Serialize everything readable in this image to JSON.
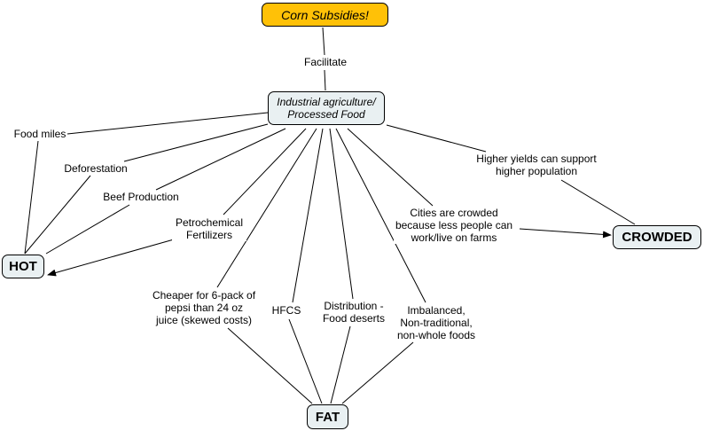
{
  "nodes": {
    "corn": {
      "label": "Corn Subsidies!",
      "fill": "#ffc107"
    },
    "industrial": {
      "label": "Industrial agriculture/\nProcessed Food",
      "fill": "#e9f0f2"
    },
    "hot": {
      "label": "HOT",
      "fill": "#e9f0f2"
    },
    "crowded": {
      "label": "CROWDED",
      "fill": "#e9f0f2"
    },
    "fat": {
      "label": "FAT",
      "fill": "#e9f0f2"
    }
  },
  "links": {
    "facilitate": "Facilitate",
    "food_miles": "Food miles",
    "deforestation": "Deforestation",
    "beef": "Beef Production",
    "petro": "Petrochemical\nFertilizers",
    "cheaper": "Cheaper for 6-pack of\npepsi than  24 oz\njuice (skewed costs)",
    "hfcs": "HFCS",
    "distribution": "Distribution -\nFood deserts",
    "imbalanced": "Imbalanced,\nNon-traditional,\nnon-whole foods",
    "cities": "Cities are crowded\nbecause less people can\nwork/live on farms",
    "yields": "Higher yields can support\nhigher population"
  },
  "edges": [
    {
      "from": "corn",
      "to": "industrial",
      "via": "facilitate"
    },
    {
      "from": "industrial",
      "to": "hot",
      "via": "food_miles"
    },
    {
      "from": "industrial",
      "to": "hot",
      "via": "deforestation"
    },
    {
      "from": "industrial",
      "to": "hot",
      "via": "beef"
    },
    {
      "from": "industrial",
      "to": "hot",
      "via": "petro",
      "arrow": true
    },
    {
      "from": "industrial",
      "to": "fat",
      "via": "cheaper"
    },
    {
      "from": "industrial",
      "to": "fat",
      "via": "hfcs"
    },
    {
      "from": "industrial",
      "to": "fat",
      "via": "distribution"
    },
    {
      "from": "industrial",
      "to": "fat",
      "via": "imbalanced"
    },
    {
      "from": "industrial",
      "to": "crowded",
      "via": "cities",
      "arrow": true
    },
    {
      "from": "industrial",
      "to": "crowded",
      "via": "yields"
    }
  ]
}
